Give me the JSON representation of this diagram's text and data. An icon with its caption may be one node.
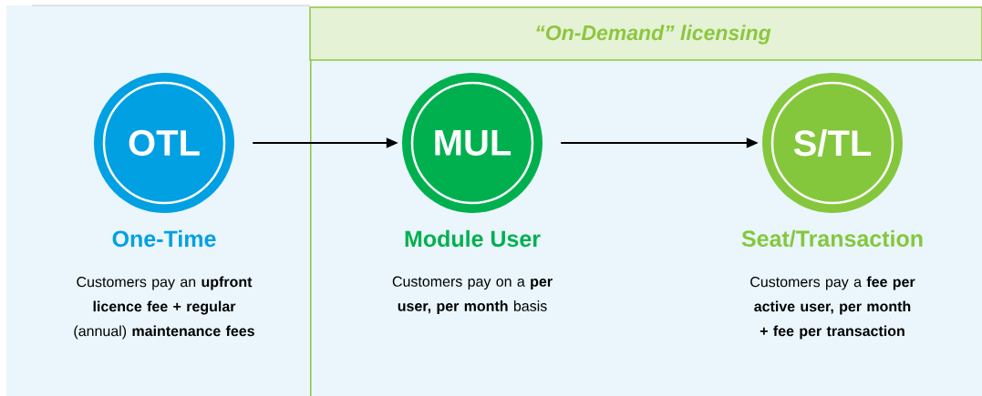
{
  "diagram": {
    "nodes": [
      {
        "text": [
          "“On-Demand” licensing"
        ]
      },
      {
        "text": [
          "OTL"
        ],
        "beside": [
          "One-Time",
          "Customers pay an **upfront licence fee + regular** (annual) **maintenance fees**"
        ]
      },
      {
        "text": [
          "MUL"
        ],
        "in": 0,
        "beside": [
          "Module User",
          "Customers pay on a **per user, per month** basis"
        ]
      },
      {
        "text": [
          "S/TL"
        ],
        "in": 0,
        "beside": [
          "Seat/Transaction",
          "Customers pay a **fee per active user, per month + fee per transaction**"
        ]
      }
    ],
    "edges": [
      {
        "from": 1,
        "to": 2,
        "arrow": "to"
      },
      {
        "from": 2,
        "to": 3,
        "arrow": "to"
      }
    ]
  }
}
